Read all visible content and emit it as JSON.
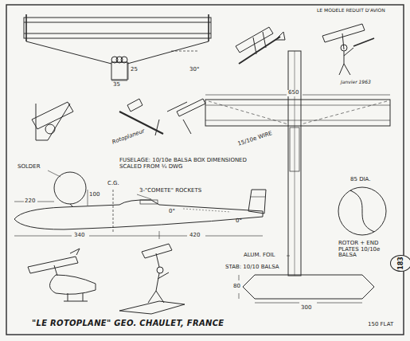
{
  "diagram": {
    "title": "\"LE ROTOPLANE\" GEO. CHAULET, FRANCE",
    "nodes": [
      {
        "text": [
          "183"
        ]
      }
    ],
    "labels": [
      "LE MODELE REDUIT D'AVION",
      "Janvier 1963",
      "25",
      "35",
      "30°",
      "650",
      "15/10e WIRE",
      "Rotoplaneur",
      "SOLDER",
      "FUSELAGE: 10/10e BALSA BOX DIMENSIONED SCALED FROM ¼ DWG",
      "C.G.",
      "100",
      "220",
      "3-\"COMETE\" ROCKETS",
      "0°",
      "0°",
      "340",
      "420",
      "85 DIA.",
      "ALUM. FOIL",
      "STAB: 10/10 BALSA",
      "ROTOR + END PLATES 10/10e BALSA",
      "80",
      "300",
      "150 FLAT"
    ]
  }
}
